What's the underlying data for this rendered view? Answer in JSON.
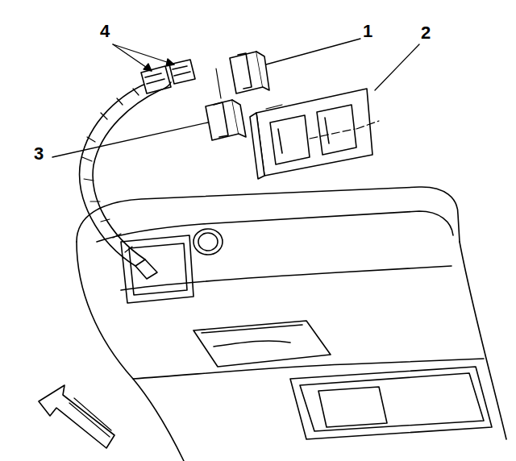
{
  "diagram": {
    "labels": [
      "4",
      "1",
      "2",
      "3"
    ]
  }
}
